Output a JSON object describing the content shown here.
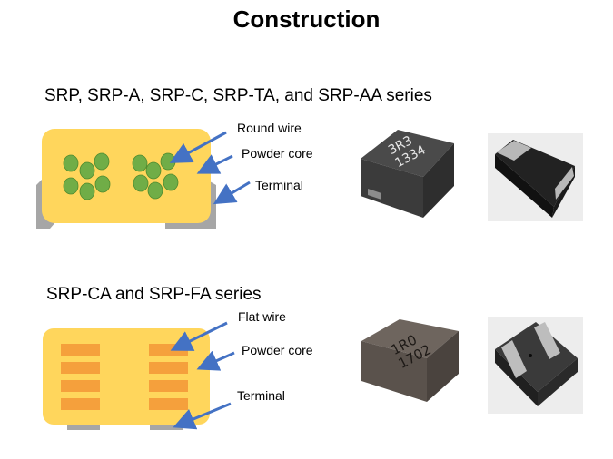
{
  "title": "Construction",
  "section1": {
    "heading": "SRP, SRP-A, SRP-C, SRP-TA, and SRP-AA series",
    "labels": [
      "Round wire",
      "Powder core",
      "Terminal"
    ],
    "photo1_markings": [
      "3R3",
      "1334"
    ]
  },
  "section2": {
    "heading": "SRP-CA and SRP-FA series",
    "labels": [
      "Flat wire",
      "Powder core",
      "Terminal"
    ],
    "photo1_markings": [
      "1R0",
      "1702"
    ]
  },
  "colors": {
    "core": "#FFD65C",
    "wire_round": "#70AD47",
    "wire_flat": "#F5A03C",
    "terminal": "#A6A6A6",
    "arrow": "#4472C4"
  }
}
